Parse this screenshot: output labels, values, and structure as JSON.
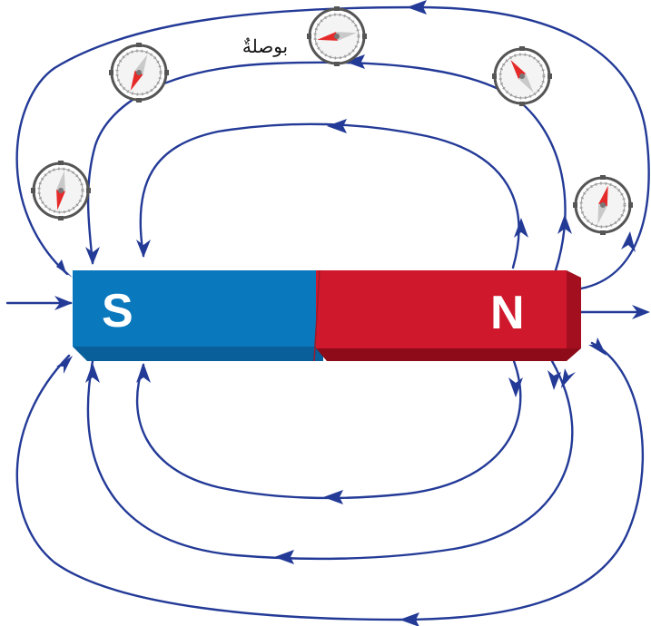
{
  "diagram": {
    "compass_label": "بوصلةٌ",
    "magnet": {
      "south_label": "S",
      "north_label": "N",
      "south_color": "#0a78bd",
      "north_color": "#d0182d"
    },
    "field_line_color": "#233a97",
    "compass_needle_north_color": "#e52a2a",
    "compass_needle_south_color": "#c9c9c9"
  }
}
